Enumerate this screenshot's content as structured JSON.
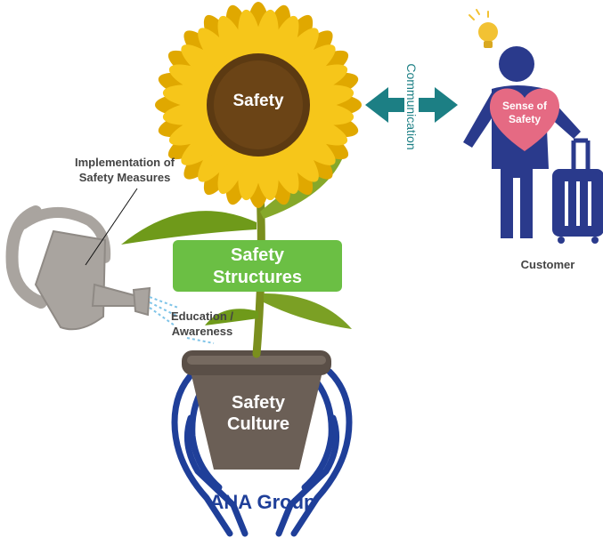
{
  "diagram": {
    "flower_center_label": "Safety",
    "stem_box_label_line1": "Safety",
    "stem_box_label_line2": "Structures",
    "pot_label_line1": "Safety",
    "pot_label_line2": "Culture",
    "watering_can_label_line1": "Implementation of",
    "watering_can_label_line2": "Safety Measures",
    "water_label_line1": "Education /",
    "water_label_line2": "Awareness",
    "arrow_label": "Communication",
    "heart_label_line1": "Sense of",
    "heart_label_line2": "Safety",
    "customer_label": "Customer",
    "hands_label": "ANA Group"
  },
  "colors": {
    "petal": "#f6c61a",
    "petal_edge": "#e0a800",
    "flower_center": "#5c3a12",
    "stem": "#7a8f1e",
    "leaf": "#6f9a1a",
    "stem_box": "#6bbf44",
    "pot": "#6b5f56",
    "pot_rim": "#5a4f47",
    "watering_can": "#a9a49f",
    "hands": "#1f3f99",
    "arrow": "#1c7f84",
    "person": "#2a3a8c",
    "heart": "#e56a83",
    "bulb": "#f2c233"
  },
  "icons": [
    "sunflower-icon",
    "watering-can-icon",
    "pot-icon",
    "hands-icon",
    "person-icon",
    "suitcase-icon",
    "heart-icon",
    "lightbulb-icon",
    "double-arrow-icon"
  ]
}
